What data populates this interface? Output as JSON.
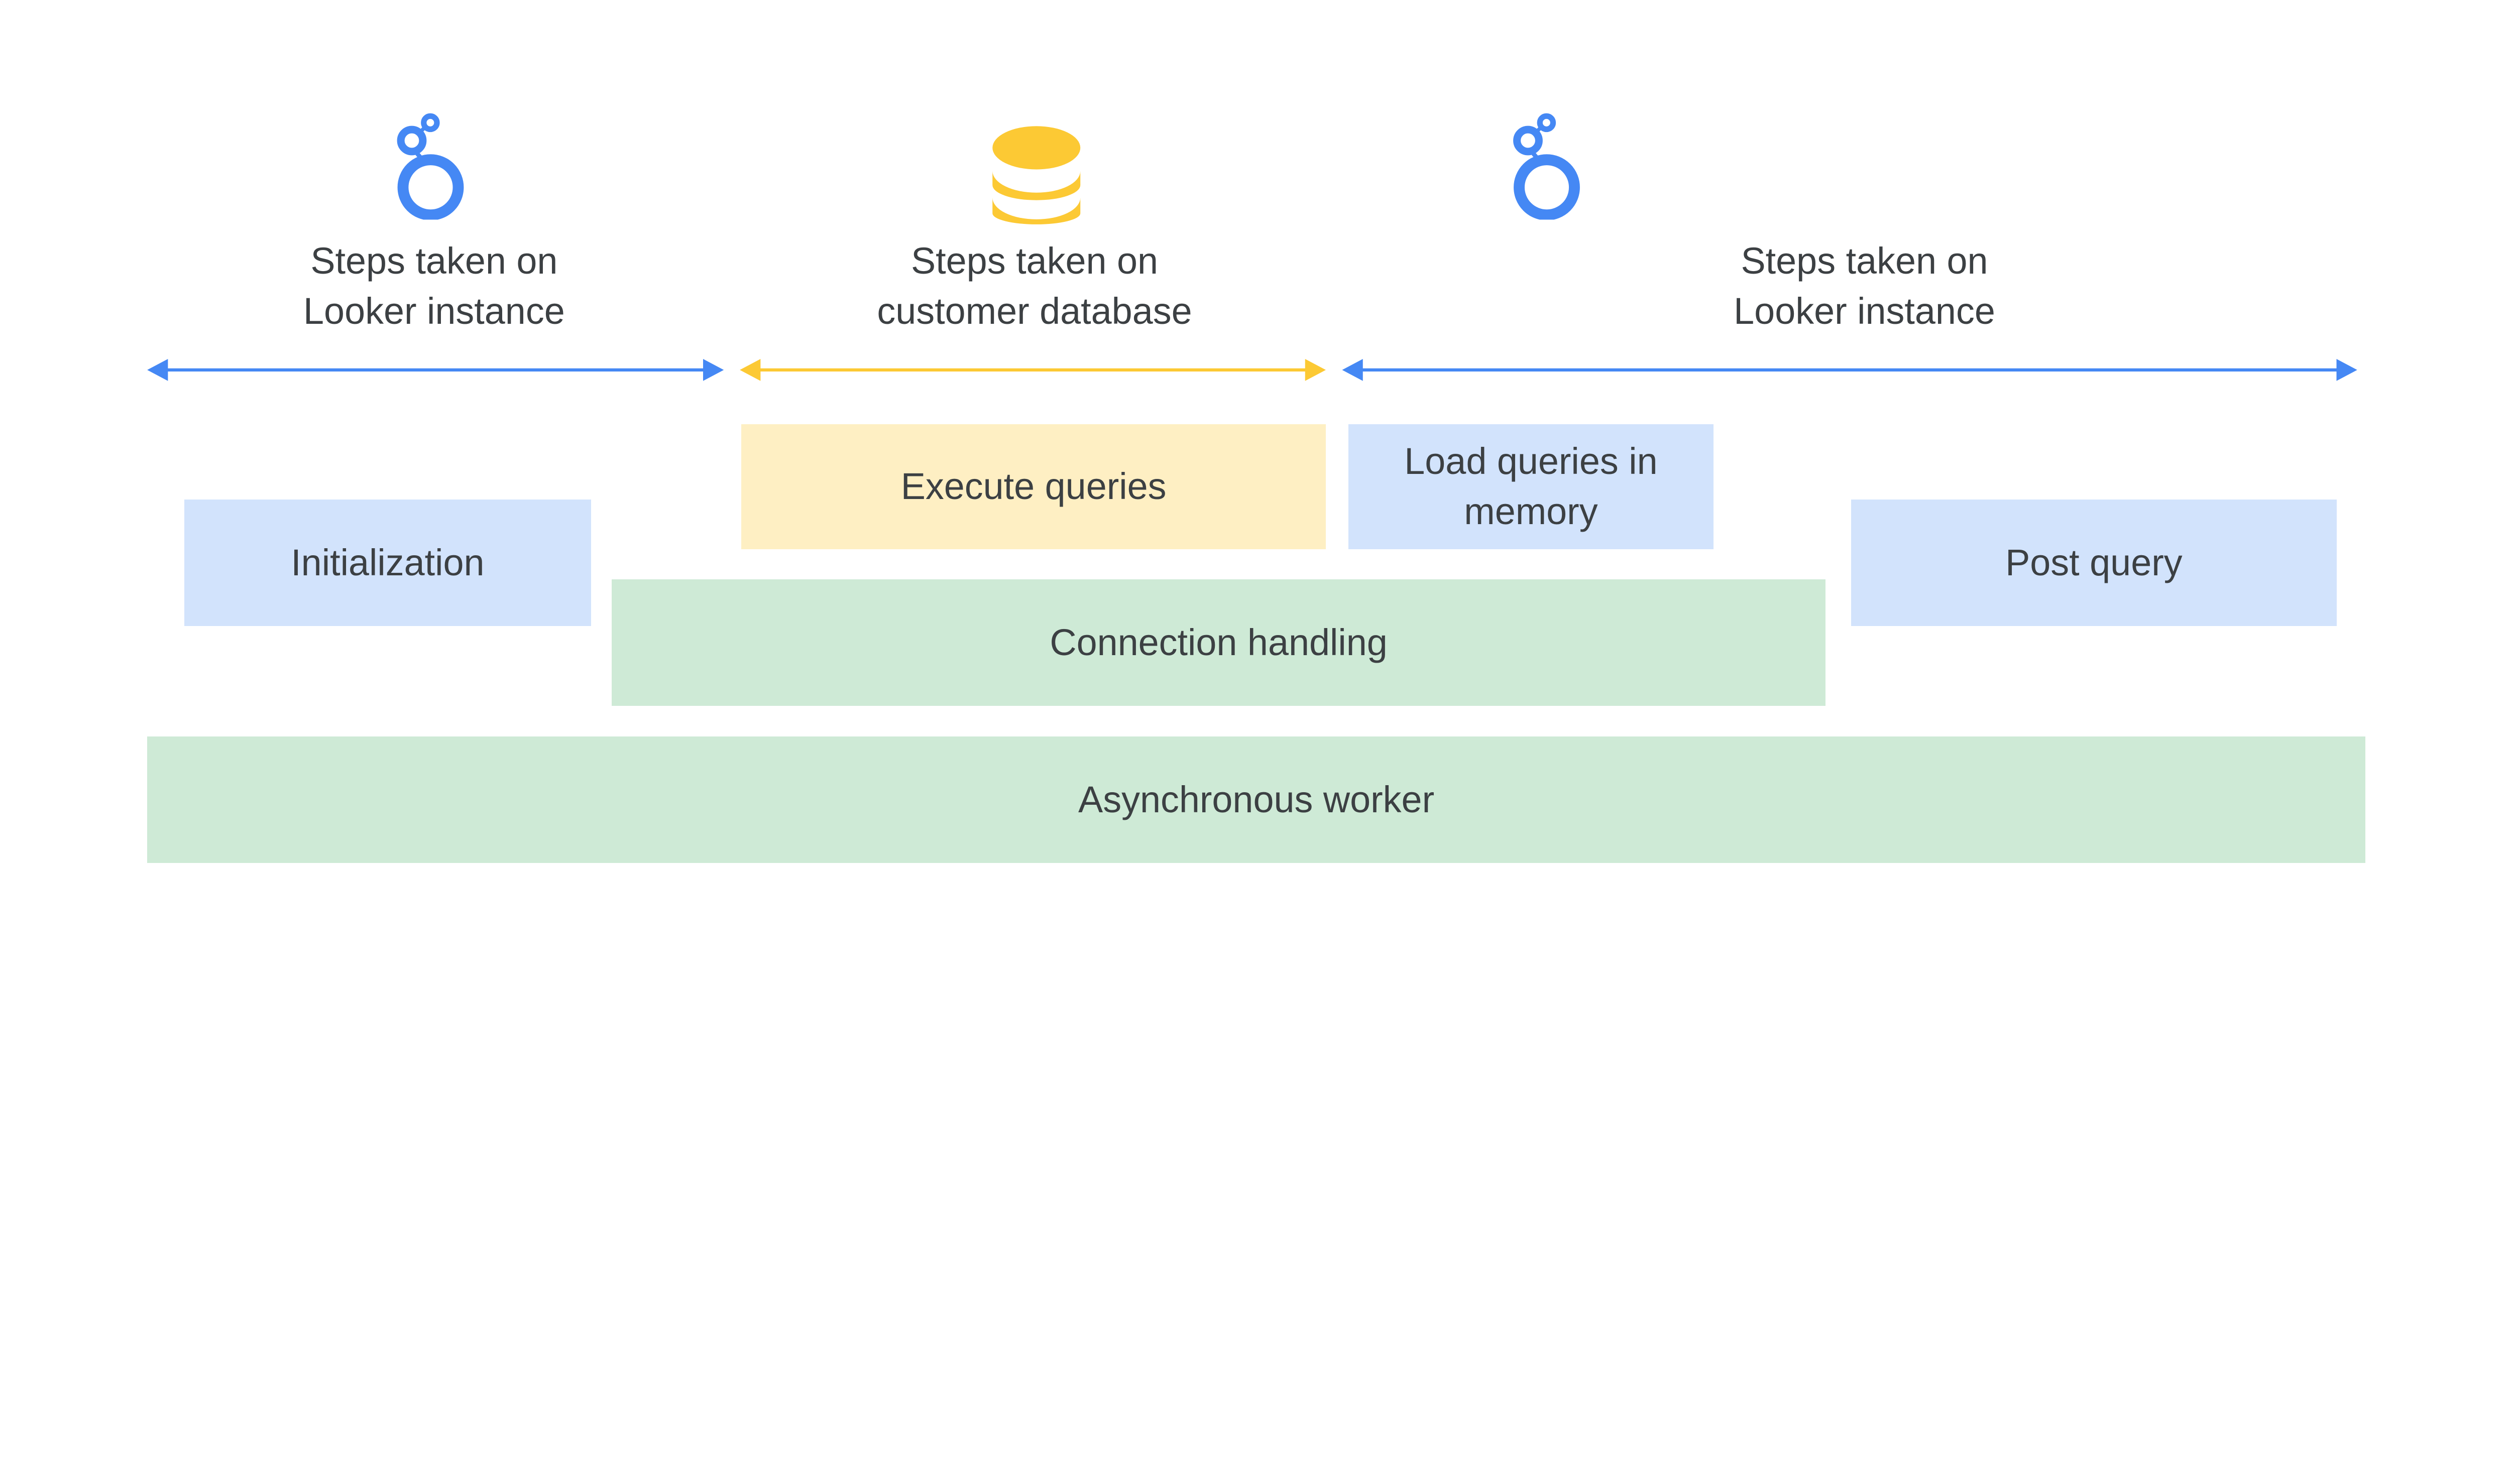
{
  "colors": {
    "looker_blue": "#4588f4",
    "database_yellow": "#fcc934",
    "blue_box": "#d2e3fc",
    "yellow_box": "#feefc3",
    "green_box": "#ceead6",
    "text": "#3c4043"
  },
  "headers": [
    {
      "icon": "looker-logo-icon",
      "line1": "Steps taken on",
      "line2": "Looker instance"
    },
    {
      "icon": "database-icon",
      "line1": "Steps taken on",
      "line2": "customer database"
    },
    {
      "icon": "looker-logo-icon",
      "line1": "Steps taken on",
      "line2": "Looker instance"
    }
  ],
  "boxes": {
    "initialization": "Initialization",
    "execute_queries": "Execute queries",
    "load_queries": "Load queries in memory",
    "post_query": "Post query",
    "connection_handling": "Connection handling",
    "asynchronous_worker": "Asynchronous worker"
  }
}
